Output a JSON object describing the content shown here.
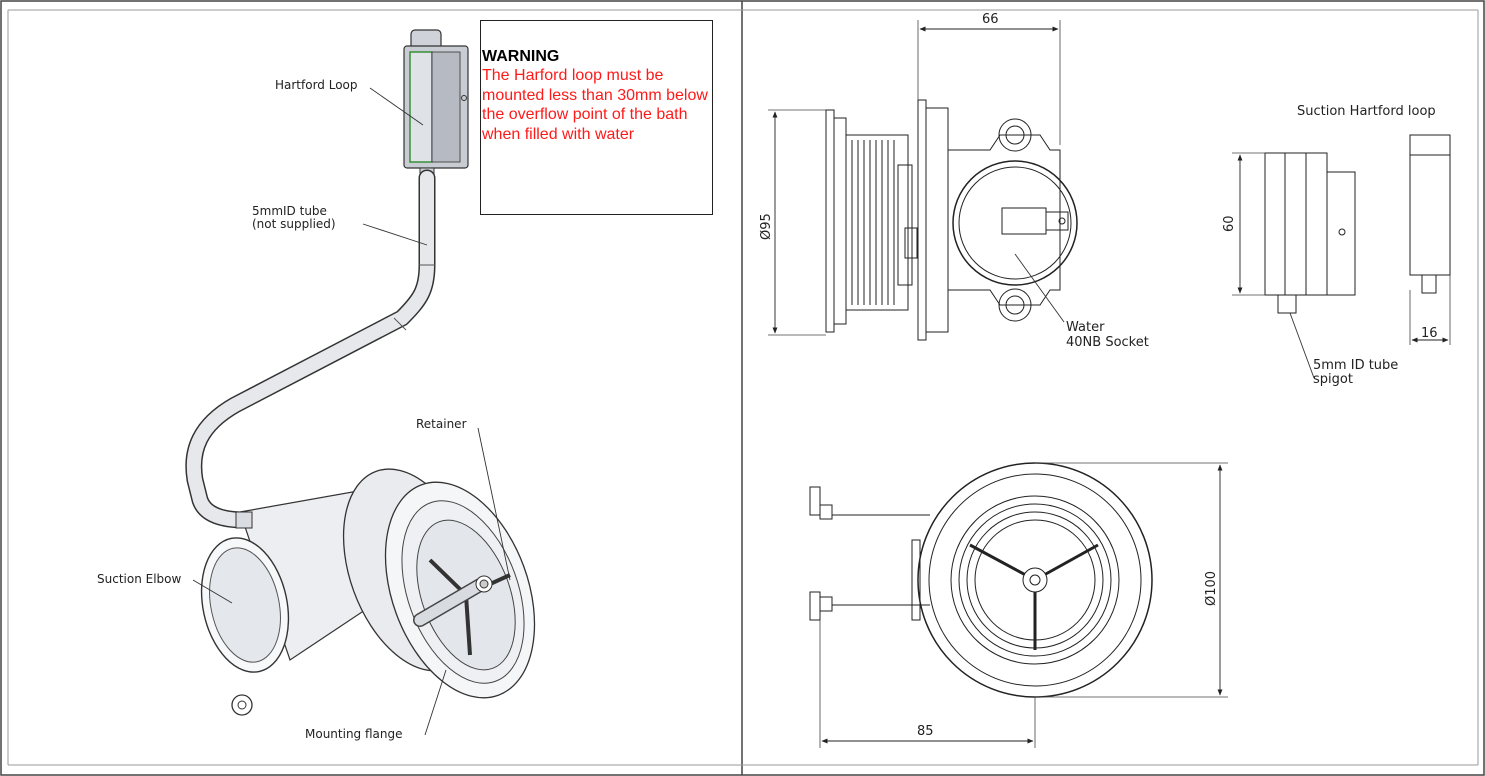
{
  "warning": {
    "title": "WARNING",
    "text": "The Harford loop must be mounted less than 30mm below the overflow point of the bath when filled with water"
  },
  "left_view": {
    "callouts": {
      "hartford_loop": "Hartford Loop",
      "tube_line1": "5mmID tube",
      "tube_line2": "(not supplied)",
      "retainer": "Retainer",
      "suction_elbow": "Suction Elbow",
      "mounting_flange": "Mounting flange"
    }
  },
  "right_view": {
    "dim_width_top": "66",
    "dim_diameter_side": "Ø95",
    "water_line1": "Water",
    "water_line2": "40NB Socket",
    "loop_title": "Suction Hartford loop",
    "loop_height": "60",
    "loop_width": "16",
    "spigot_line1": "5mm ID tube",
    "spigot_line2": "spigot",
    "dim_diameter_front": "Ø100",
    "dim_depth": "85"
  }
}
